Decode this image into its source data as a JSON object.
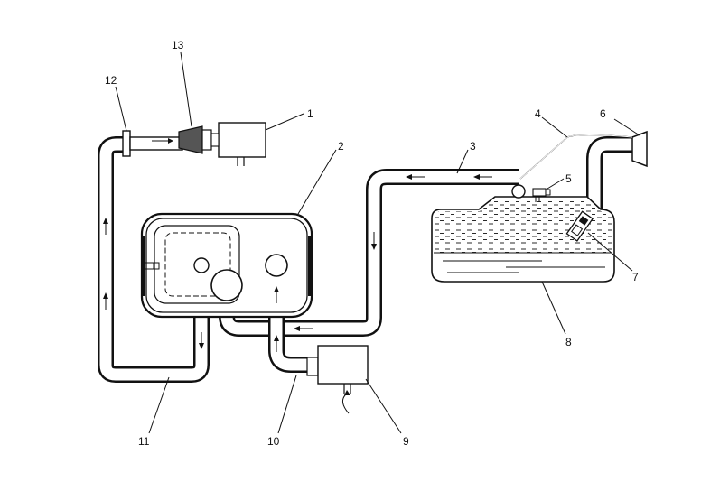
{
  "diagram": {
    "callouts": [
      {
        "id": "1",
        "text": "1"
      },
      {
        "id": "2",
        "text": "2"
      },
      {
        "id": "3",
        "text": "3"
      },
      {
        "id": "4",
        "text": "4"
      },
      {
        "id": "5",
        "text": "5"
      },
      {
        "id": "6",
        "text": "6"
      },
      {
        "id": "7",
        "text": "7"
      },
      {
        "id": "8",
        "text": "8"
      },
      {
        "id": "9",
        "text": "9"
      },
      {
        "id": "10",
        "text": "10"
      },
      {
        "id": "11",
        "text": "11"
      },
      {
        "id": "12",
        "text": "12"
      },
      {
        "id": "13",
        "text": "13"
      }
    ],
    "colors": {
      "line": "#111111",
      "background": "#ffffff"
    }
  }
}
